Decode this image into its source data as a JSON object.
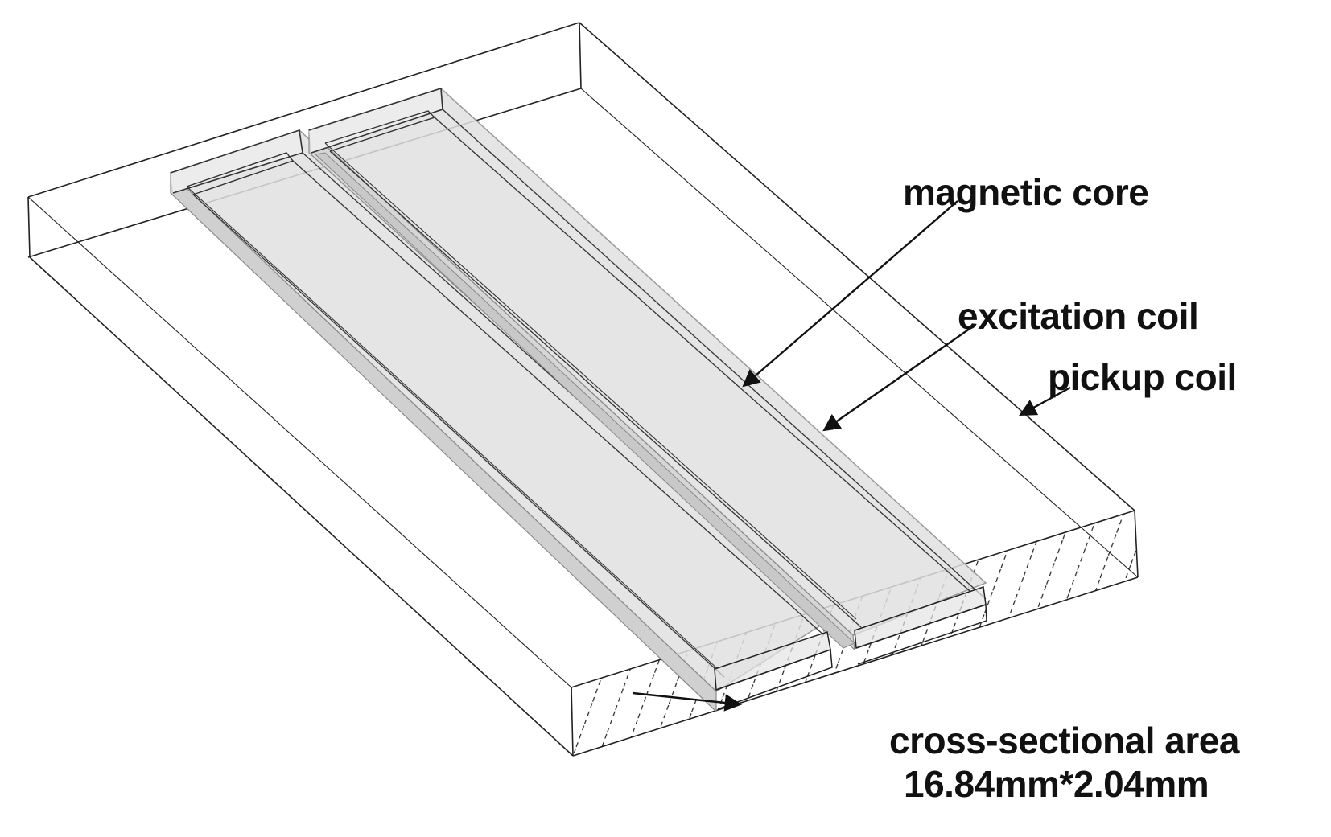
{
  "figure": {
    "type": "3D isometric wireframe diagram of a planar fluxgate sensor",
    "labels": {
      "magnetic_core": "magnetic core",
      "excitation_coil": "excitation coil",
      "pickup_coil": "pickup coil",
      "cross_section": "cross-sectional area",
      "cross_section_dims": "16.84mm*2.04mm"
    },
    "dimensions": {
      "width_mm": 16.84,
      "height_mm": 2.04
    },
    "colors": {
      "background": "#ffffff",
      "line": "#222222",
      "strip_fill": "#e0e0e0",
      "strip_edge": "#9a9a9a",
      "core_fill": "#c8c8c8",
      "text": "#111111"
    }
  }
}
